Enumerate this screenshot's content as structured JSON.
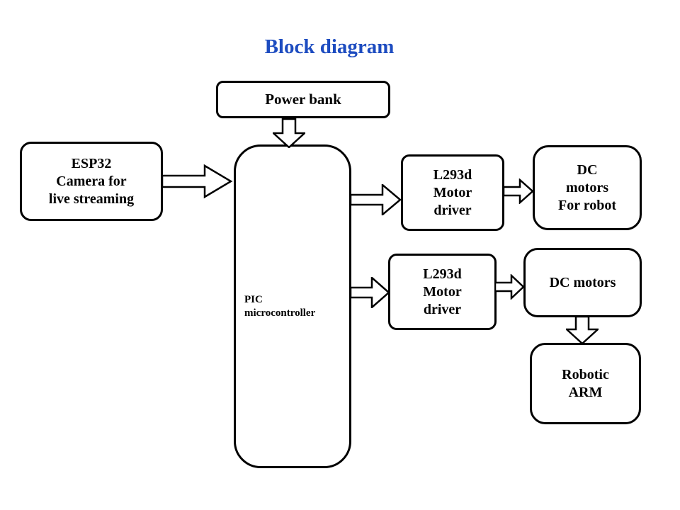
{
  "title": "Block diagram",
  "nodes": {
    "power_bank": {
      "label": "Power bank"
    },
    "esp32": {
      "label": "ESP32\nCamera for\nlive streaming"
    },
    "pic": {
      "label": "PIC\nmicrocontroller"
    },
    "l293d_top": {
      "label": "L293d\nMotor\ndriver"
    },
    "dc_motors_robot": {
      "label": "DC\nmotors\nFor robot"
    },
    "l293d_bottom": {
      "label": "L293d\nMotor\ndriver"
    },
    "dc_motors": {
      "label": "DC motors"
    },
    "robotic_arm": {
      "label": "Robotic\nARM"
    }
  },
  "colors": {
    "title_text": "#1d4cc0",
    "box_border": "#000000",
    "box_fill": "#ffffff",
    "background": "#ffffff"
  }
}
